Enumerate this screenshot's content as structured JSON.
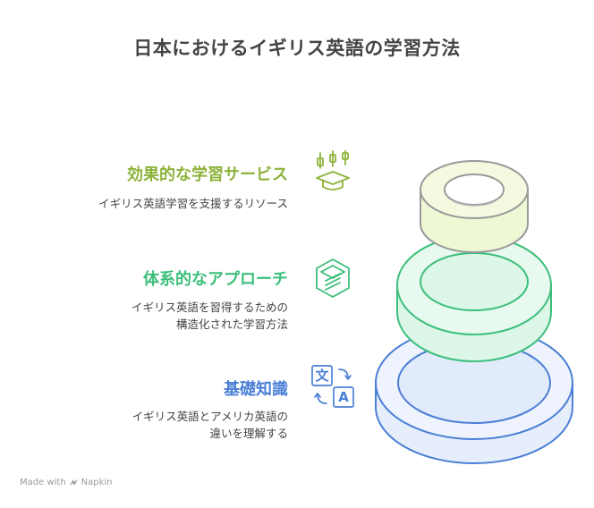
{
  "title": "日本におけるイギリス英語の学習方法",
  "levels": [
    {
      "heading": "効果的な学習サービス",
      "desc_lines": [
        "イギリス英語学習を支援するリソース"
      ],
      "icon": "graduation-cap-icon",
      "color": "#8db33a"
    },
    {
      "heading": "体系的なアプローチ",
      "desc_lines": [
        "イギリス英語を習得するための",
        "構造化された学習方法"
      ],
      "icon": "structured-layers-icon",
      "color": "#3cbf7b"
    },
    {
      "heading": "基礎知識",
      "desc_lines": [
        "イギリス英語とアメリカ英語の",
        "違いを理解する"
      ],
      "icon": "translate-icon",
      "color": "#4a7fd6",
      "glyph_a": "文",
      "glyph_b": "A"
    }
  ],
  "footer": {
    "made_with": "Made with",
    "brand": "Napkin"
  }
}
